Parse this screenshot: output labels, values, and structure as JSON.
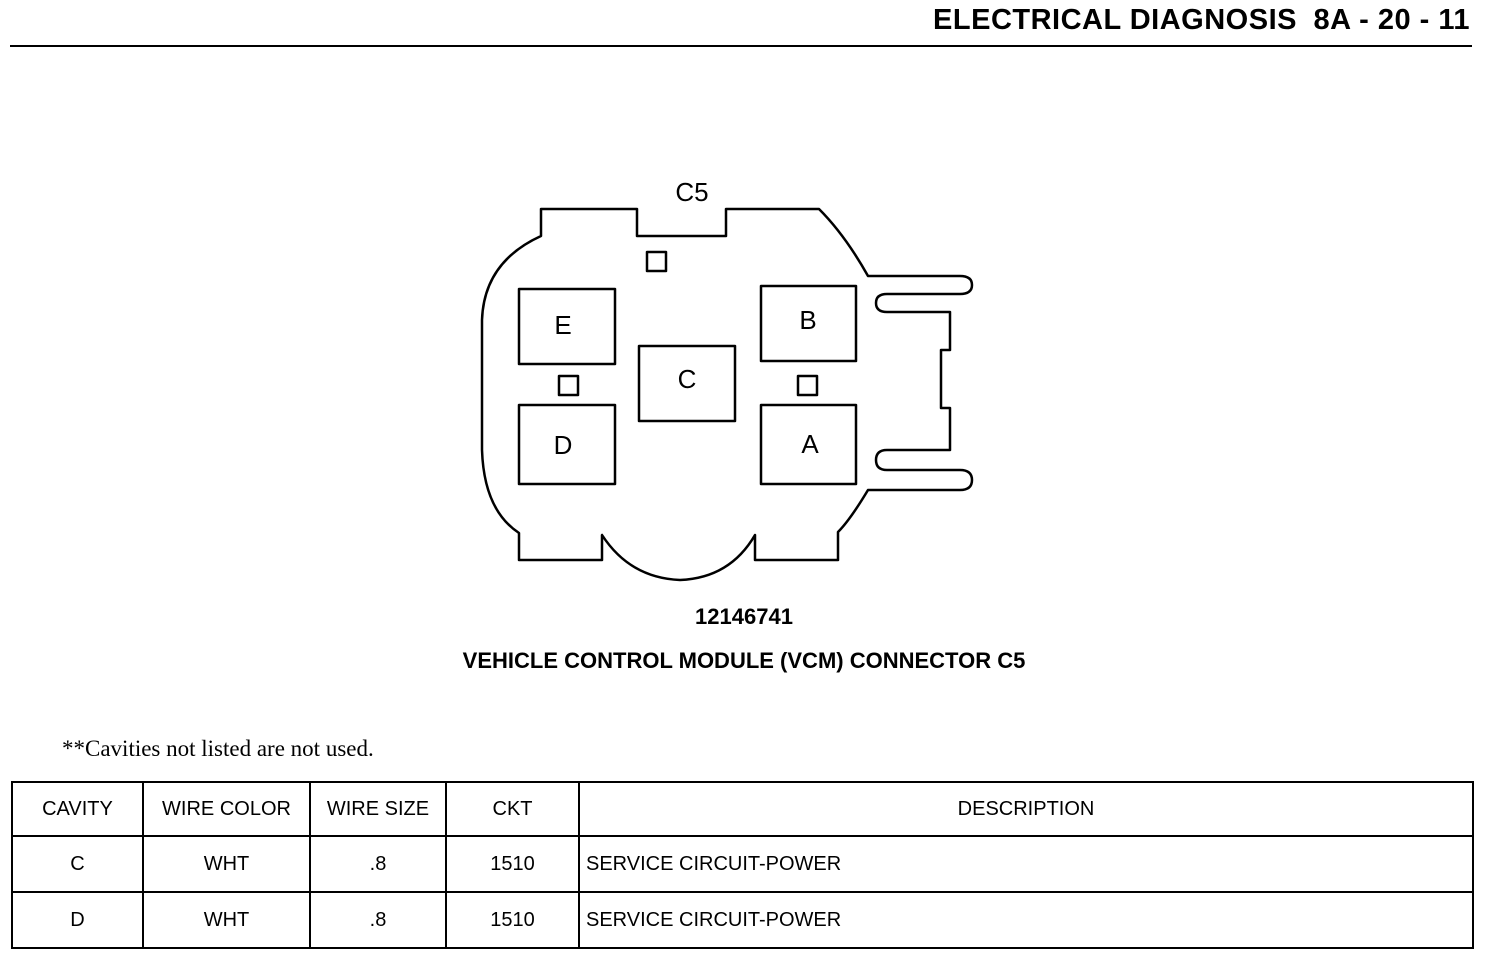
{
  "header": {
    "section": "ELECTRICAL DIAGNOSIS",
    "page": "8A - 20 - 11"
  },
  "diagram": {
    "connector_label": "C5",
    "cavities": [
      "E",
      "B",
      "C",
      "D",
      "A"
    ],
    "part_number": "12146741",
    "title": "VEHICLE CONTROL MODULE (VCM) CONNECTOR C5"
  },
  "note": "**Cavities not listed are not used.",
  "table": {
    "headers": [
      "CAVITY",
      "WIRE COLOR",
      "WIRE SIZE",
      "CKT",
      "DESCRIPTION"
    ],
    "rows": [
      [
        "C",
        "WHT",
        ".8",
        "1510",
        "SERVICE CIRCUIT-POWER"
      ],
      [
        "D",
        "WHT",
        ".8",
        "1510",
        "SERVICE CIRCUIT-POWER"
      ]
    ]
  }
}
